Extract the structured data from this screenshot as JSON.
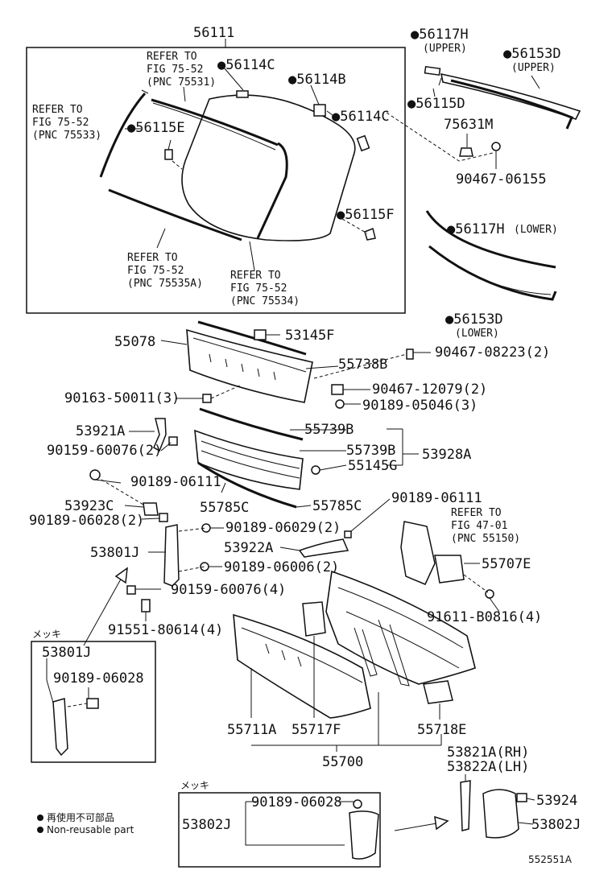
{
  "labels": {
    "p56111": "56111",
    "refer_a_1": "REFER TO",
    "refer_a_2": "FIG 75-52",
    "refer_a_3": "(PNC 75531)",
    "p56114C_top": "●56114C",
    "p56114B": "●56114B",
    "p56114C_mid": "●56114C",
    "refer_b_1": "REFER TO",
    "refer_b_2": "FIG 75-52",
    "refer_b_3": "(PNC 75533)",
    "p56115E": "●56115E",
    "p56115F": "●56115F",
    "refer_c_1": "REFER TO",
    "refer_c_2": "FIG 75-52",
    "refer_c_3": "(PNC 75535A)",
    "refer_d_1": "REFER TO",
    "refer_d_2": "FIG 75-52",
    "refer_d_3": "(PNC 75534)",
    "p56117H_upper": "●56117H",
    "upper_1": "(UPPER)",
    "p56153D_upper": "●56153D",
    "upper_2": "(UPPER)",
    "p56115D": "●56115D",
    "p75631M": "75631M",
    "p90467_06155": "90467-06155",
    "p56117H_lower": "●56117H",
    "lower_1": "(LOWER)",
    "p56153D_lower": "●56153D",
    "lower_2": "(LOWER)",
    "p55078": "55078",
    "p53145F": "53145F",
    "p55738B": "55738B",
    "p90467_08223": "90467-08223(2)",
    "p90467_12079": "90467-12079(2)",
    "p90163_50011": "90163-50011(3)",
    "p90189_05046": "90189-05046(3)",
    "p53921A": "53921A",
    "p55739B_1": "55739B",
    "p90159_60076_2": "90159-60076(2)",
    "p55739B_2": "55739B",
    "p53928A": "53928A",
    "p90189_06111_a": "90189-06111",
    "p55145G": "55145G",
    "p53923C": "53923C",
    "p55785C_1": "55785C",
    "p55785C_2": "55785C",
    "p90189_06111_b": "90189-06111",
    "p90189_06028_2": "90189-06028(2)",
    "refer_e_1": "REFER TO",
    "refer_e_2": "FIG 47-01",
    "refer_e_3": "(PNC 55150)",
    "p90189_06029": "90189-06029(2)",
    "p53922A": "53922A",
    "p53801J": "53801J",
    "p90189_06006": "90189-06006(2)",
    "p55707E": "55707E",
    "p90159_60076_4": "90159-60076(4)",
    "p91611_B0816": "91611-B0816(4)",
    "p91551_80614": "91551-80614(4)",
    "mekki_1": "メッキ",
    "box1_53801J": "53801J",
    "box1_90189_06028": "90189-06028",
    "p55711A": "55711A",
    "p55717F": "55717F",
    "p55718E": "55718E",
    "p55700": "55700",
    "p53821A": "53821A(RH)",
    "p53822A": "53822A(LH)",
    "mekki_2": "メッキ",
    "box2_90189_06028": "90189-06028",
    "p53924": "53924",
    "box2_53802J": "53802J",
    "p53802J": "53802J",
    "legend_jp": "再使用不可部品",
    "legend_en": "Non-reusable part",
    "figure_id": "552551A"
  }
}
